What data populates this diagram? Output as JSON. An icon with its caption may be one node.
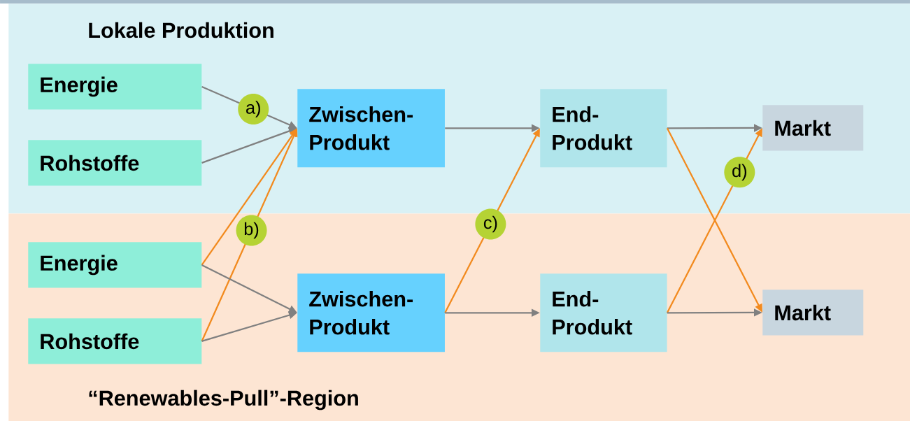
{
  "diagram": {
    "nodes": [
      {
        "text": [
          "Lokale Produktion"
        ]
      },
      {
        "text": [
          "“Renewables-Pull”-Region"
        ]
      },
      {
        "text": [
          "Energie"
        ],
        "in": 0
      },
      {
        "text": [
          "Rohstoffe"
        ],
        "in": 0
      },
      {
        "text": [
          "Zwischen- Produkt"
        ],
        "in": 0
      },
      {
        "text": [
          "End- Produkt"
        ],
        "in": 0
      },
      {
        "text": [
          "Markt"
        ],
        "in": 0
      },
      {
        "text": [
          "Energie"
        ],
        "in": 1
      },
      {
        "text": [
          "Rohstoffe"
        ],
        "in": 1
      },
      {
        "text": [
          "Zwischen- Produkt"
        ],
        "in": 1
      },
      {
        "text": [
          "End- Produkt"
        ],
        "in": 1
      },
      {
        "text": [
          "Markt"
        ],
        "in": 1
      }
    ],
    "edges": [
      {
        "from": 2,
        "to": 4,
        "arrow": "to",
        "label": "a)"
      },
      {
        "from": 3,
        "to": 4,
        "arrow": "to"
      },
      {
        "from": 7,
        "to": 4,
        "arrow": "to",
        "color": "#f28a1e"
      },
      {
        "from": 8,
        "to": 4,
        "arrow": "to",
        "color": "#f28a1e",
        "label": "b)"
      },
      {
        "from": 7,
        "to": 9,
        "arrow": "to"
      },
      {
        "from": 8,
        "to": 9,
        "arrow": "to"
      },
      {
        "from": 4,
        "to": 5,
        "arrow": "to"
      },
      {
        "from": 9,
        "to": 5,
        "arrow": "to",
        "color": "#f28a1e",
        "label": "c)"
      },
      {
        "from": 9,
        "to": 10,
        "arrow": "to"
      },
      {
        "from": 5,
        "to": 6,
        "arrow": "to"
      },
      {
        "from": 5,
        "to": 11,
        "arrow": "to",
        "color": "#f28a1e"
      },
      {
        "from": 10,
        "to": 6,
        "arrow": "to",
        "color": "#f28a1e",
        "label": "d)"
      },
      {
        "from": 10,
        "to": 11,
        "arrow": "to"
      }
    ]
  }
}
